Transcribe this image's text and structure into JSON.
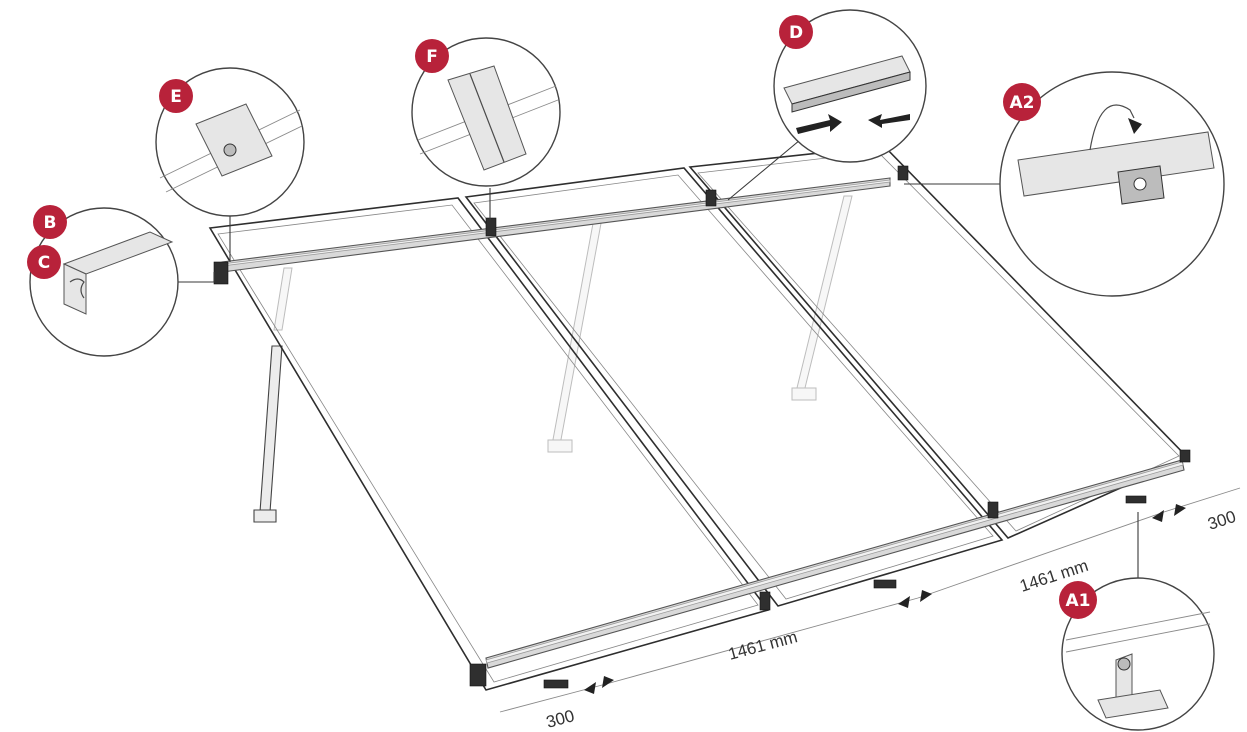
{
  "badges": {
    "a1": "A1",
    "a2": "A2",
    "b": "B",
    "c": "C",
    "d": "D",
    "e": "E",
    "f": "F"
  },
  "dimensions": {
    "left_offset": "300",
    "right_offset": "300",
    "span_front": "1461 mm",
    "span_back": "1461 mm"
  },
  "colors": {
    "badge": "#b8223a",
    "line": "#4a4a4a"
  }
}
